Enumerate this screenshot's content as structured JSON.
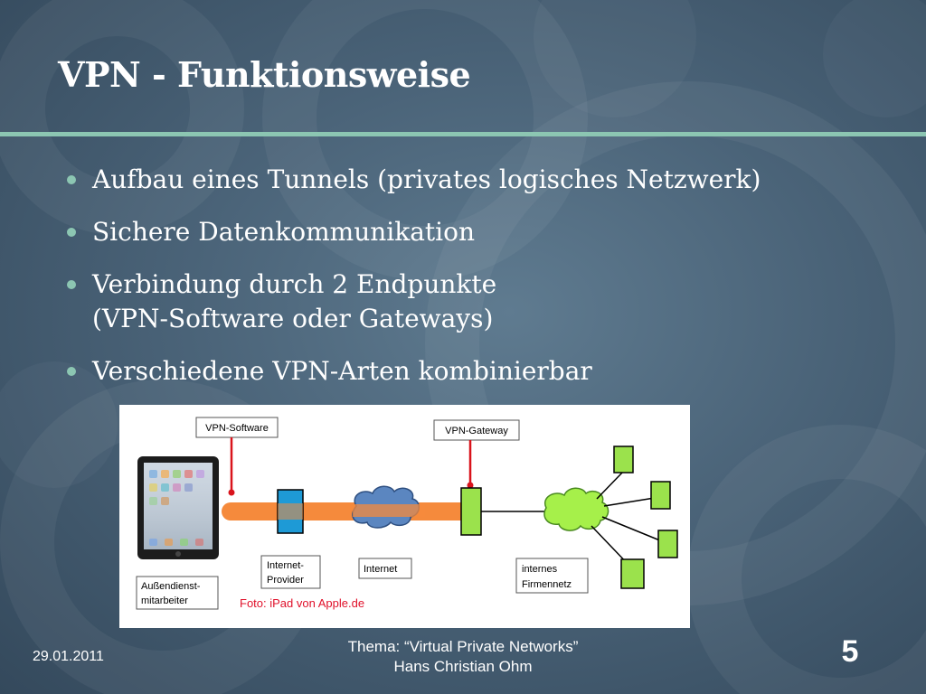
{
  "slide": {
    "title": "VPN - Funktionsweise",
    "bullets": [
      {
        "lines": [
          "Aufbau eines Tunnels (privates logisches Netzwerk)"
        ]
      },
      {
        "lines": [
          "Sichere Datenkommunikation"
        ]
      },
      {
        "lines": [
          "Verbindung durch 2 Endpunkte",
          "(VPN-Software oder Gateways)"
        ]
      },
      {
        "lines": [
          "Verschiedene VPN-Arten kombinierbar"
        ]
      }
    ]
  },
  "diagram": {
    "labels": {
      "vpn_software": "VPN-Software",
      "vpn_gateway": "VPN-Gateway",
      "internet_provider": [
        "Internet-",
        "Provider"
      ],
      "internet": "Internet",
      "internes_firmennetz": [
        "internes",
        "Firmennetz"
      ],
      "aussendienst": [
        "Außendienst-",
        "mitarbeiter"
      ]
    },
    "credit": "Foto: iPad von Apple.de",
    "colors": {
      "tunnel": "#f58a3c",
      "provider_box": "#1e9ad6",
      "cloud_internet": "#5b86c0",
      "cloud_firmennetz": "#a6f04a",
      "gateway": "#9be24c",
      "nodes": "#9be24c",
      "pointer": "#d9141c"
    }
  },
  "footer": {
    "date": "29.01.2011",
    "topic": "Thema: “Virtual Private Networks”",
    "author": "Hans Christian Ohm",
    "slide_number": "5"
  }
}
